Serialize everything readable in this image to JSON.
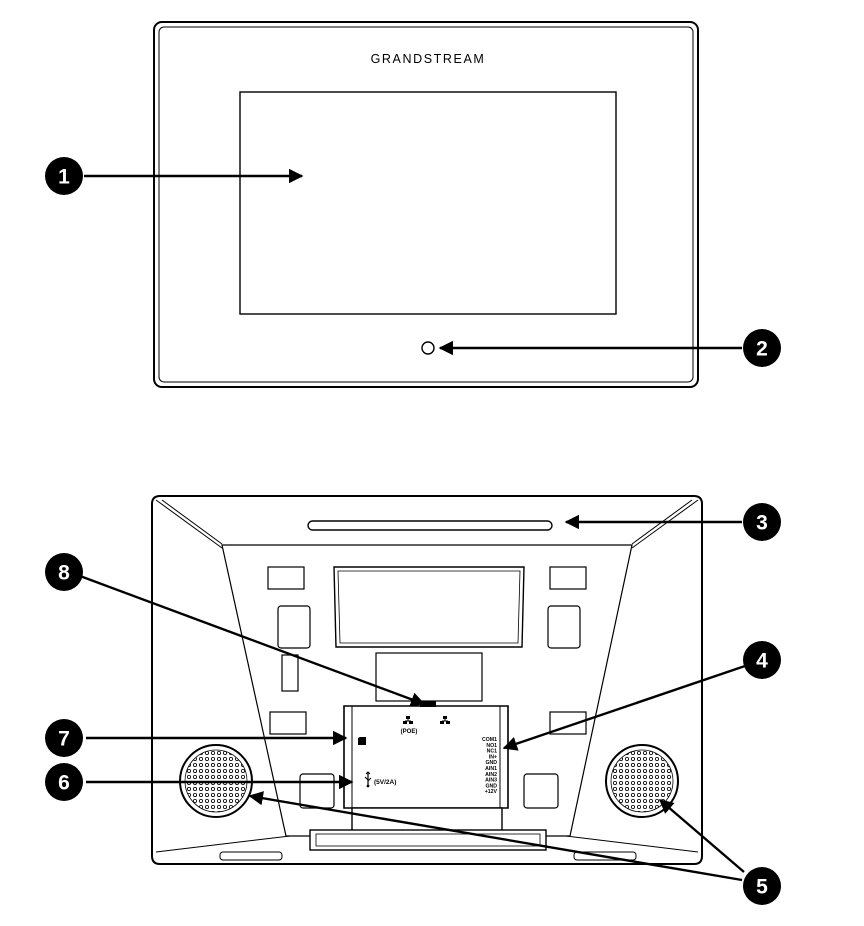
{
  "device": {
    "brand": "GRANDSTREAM",
    "poe_label": "(POE)",
    "usb_label": "(5V/2A)",
    "terminal_pins": [
      "COM1",
      "NO1",
      "NC1",
      "IN+",
      "GND",
      "AIN1",
      "AIN2",
      "AIN3",
      "GND",
      "+12V"
    ]
  },
  "callouts": [
    {
      "number": "1"
    },
    {
      "number": "2"
    },
    {
      "number": "3"
    },
    {
      "number": "4"
    },
    {
      "number": "5"
    },
    {
      "number": "6"
    },
    {
      "number": "7"
    },
    {
      "number": "8"
    }
  ],
  "colors": {
    "line": "#000000",
    "background": "#ffffff",
    "callout_fill": "#000000",
    "callout_text": "#ffffff"
  }
}
